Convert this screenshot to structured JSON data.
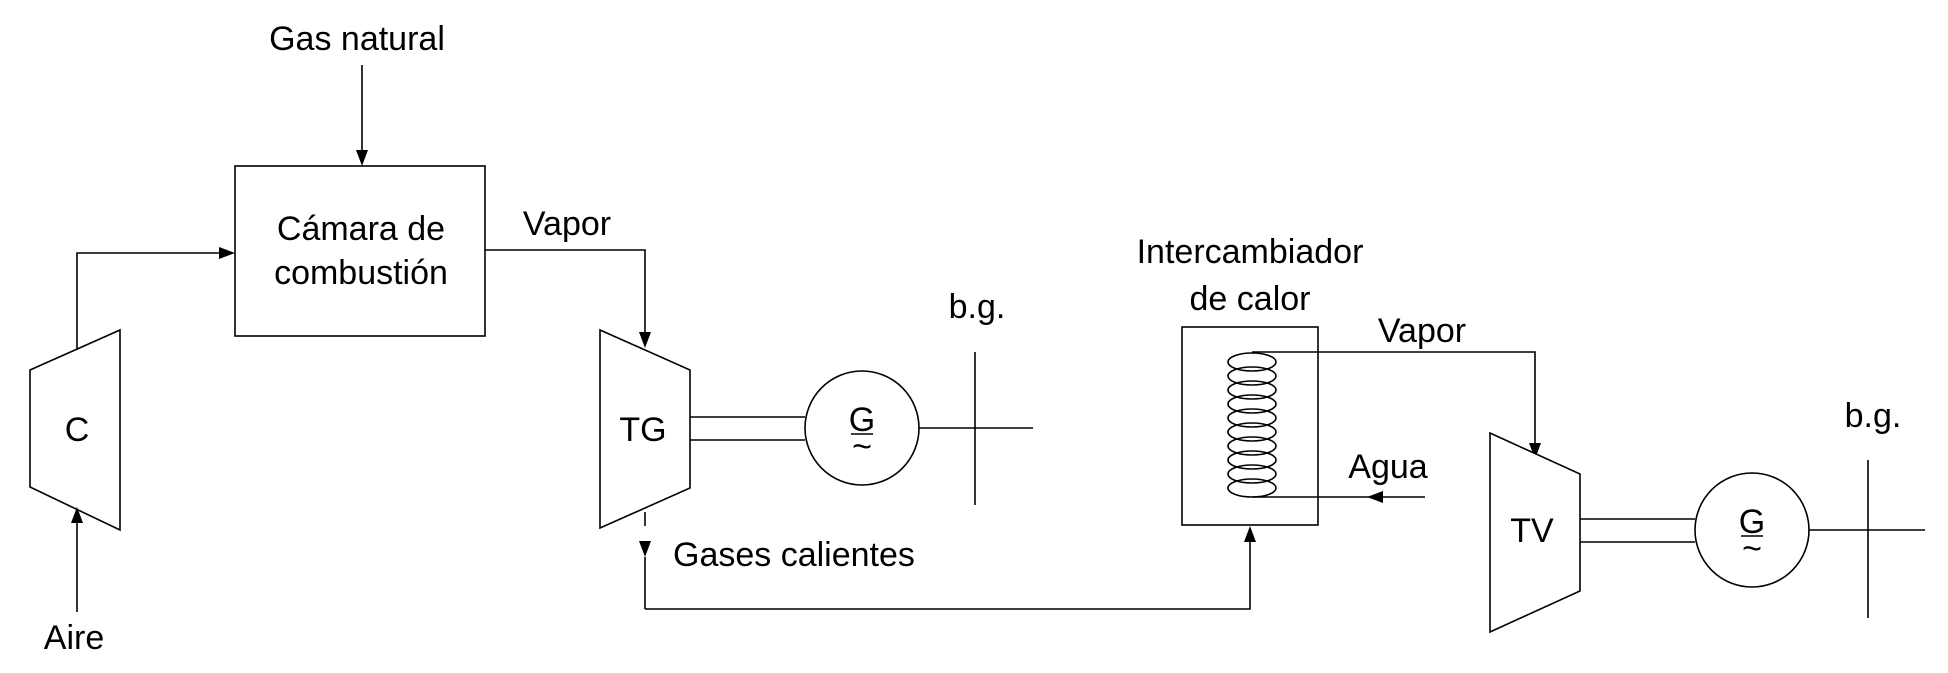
{
  "labels": {
    "gas_natural": "Gas natural",
    "camara_line1": "Cámara de",
    "camara_line2": "combustión",
    "vapor_1": "Vapor",
    "compressor": "C",
    "aire": "Aire",
    "tg": "TG",
    "generator_1": "G",
    "generator_1_tilde": "~",
    "bg_1": "b.g.",
    "gases": "Gases calientes",
    "intercambiador_line1": "Intercambiador",
    "intercambiador_line2": "de calor",
    "vapor_2": "Vapor",
    "agua": "Agua",
    "tv": "TV",
    "generator_2": "G",
    "generator_2_tilde": "~",
    "bg_2": "b.g."
  },
  "colors": {
    "line": "#000000",
    "background": "#ffffff"
  }
}
